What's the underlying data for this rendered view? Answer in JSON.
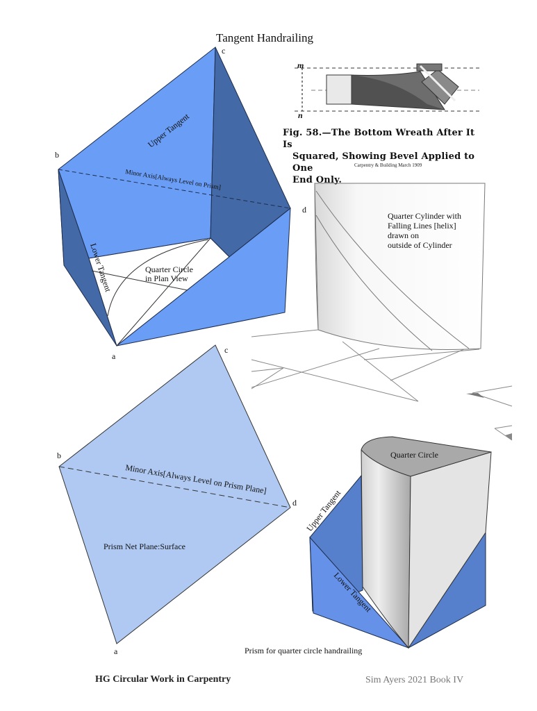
{
  "title": "Tangent Handrailing",
  "colors": {
    "prism_light": "#6a9df5",
    "prism_dark": "#4469a7",
    "net_plane": "#b0c9f2",
    "cylinder_top": "#a9a9a9",
    "cylinder_face": "#e4e4e4",
    "prism2_light": "#6592e8",
    "prism2_dark": "#5680cc"
  },
  "top_prism": {
    "labels": {
      "a": "a",
      "b": "b",
      "c": "c",
      "d": "d"
    },
    "upper_tangent": "Upper Tangent",
    "lower_tangent": "Lower Tangent",
    "minor_axis": "Minor Axis[Always Level on Prism]",
    "plan_view_line1": "Quarter Circle",
    "plan_view_line2": "in Plan View"
  },
  "figure58": {
    "marker_m": "m",
    "marker_n": "n",
    "caption_line1": "Fig. 58.—The Bottom Wreath After It Is",
    "caption_line2": "Squared, Showing Bevel Applied to One",
    "caption_line3": "End Only.",
    "source": "Carpentry & Building March 1909"
  },
  "cylinder": {
    "note_lines": [
      "Quarter Cylinder with",
      "Falling Lines [helix]",
      "drawn on",
      "outside of Cylinder"
    ]
  },
  "net_plane": {
    "labels": {
      "a": "a",
      "b": "b",
      "c": "c",
      "d": "d"
    },
    "minor_axis": "Minor Axis[Always Level on Prism Plane]",
    "surface_label": "Prism Net Plane:Surface"
  },
  "quarter_prism": {
    "top_label": "Quarter Circle",
    "upper_tangent": "Upper Tangent",
    "lower_tangent": "Lower Tangent",
    "caption": "Prism for quarter circle handrailing"
  },
  "footer": {
    "left": "HG Circular Work in Carpentry",
    "right": "Sim Ayers 2021 Book IV"
  }
}
